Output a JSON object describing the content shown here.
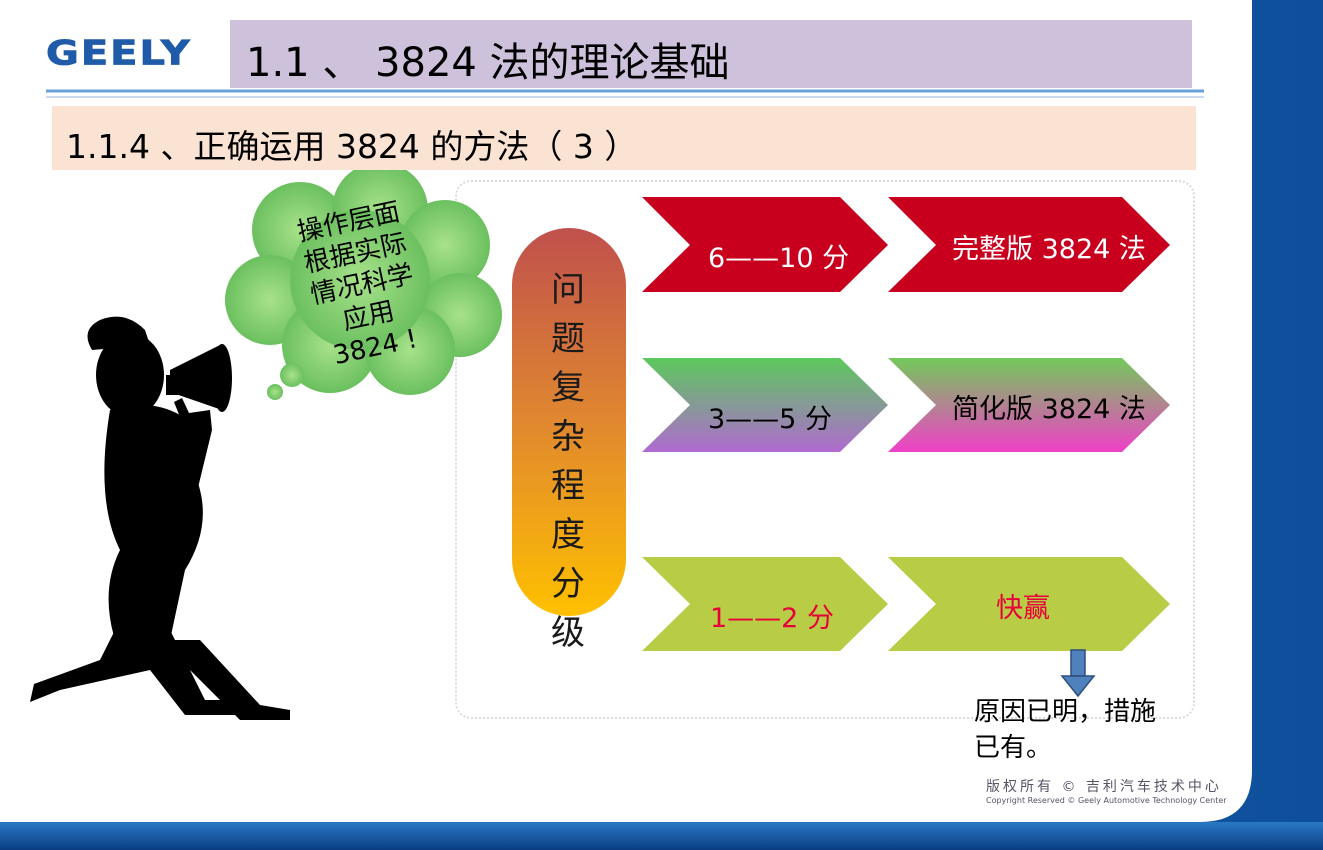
{
  "brand": {
    "logo_text": "GEELY"
  },
  "header": {
    "title": "1.1 、 3824 法的理论基础"
  },
  "section": {
    "subtitle": "1.1.4 、正确运用 3824 的方法（ 3 ）"
  },
  "cloud": {
    "lines": [
      "操作层面",
      "根据实际",
      "情况科学",
      "应用",
      "3824 !"
    ]
  },
  "pillar": {
    "chars": [
      "问",
      "题",
      "复",
      "杂",
      "程",
      "度",
      "分",
      "级"
    ]
  },
  "rows": [
    {
      "score": "6——10 分",
      "method": "完整版 3824 法",
      "color": "#c8001e"
    },
    {
      "score": "3——5 分",
      "method": "简化版 3824 法",
      "color": "#7fbf6a"
    },
    {
      "score": "1——2 分",
      "method": "快赢",
      "color": "#b8cc46",
      "text_color": "#e8003a"
    }
  ],
  "note": {
    "text": "原因已明，措施已有。"
  },
  "footer": {
    "copyright_cn": "版权所有 © 吉利汽车技术中心",
    "copyright_en": "Copyright Reserved © Geely Automotive Technology Center"
  },
  "colors": {
    "accent_blue": "#1f6fb8",
    "title_bar": "#cdc1dc",
    "subtitle_bar": "#fbe3d4"
  }
}
